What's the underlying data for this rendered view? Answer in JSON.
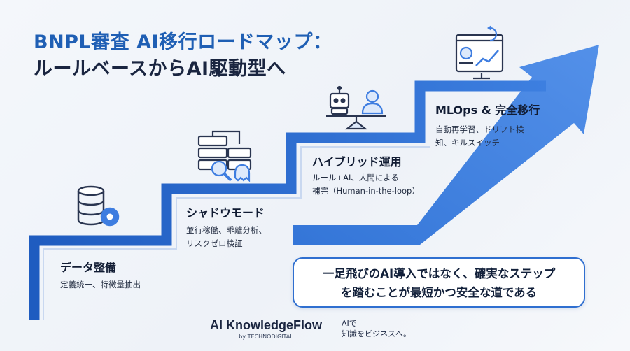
{
  "title": {
    "line1": "BNPL審査 AI移行ロードマップ：",
    "line2": "ルールベースからAI駆動型へ"
  },
  "steps": [
    {
      "title": "データ整備",
      "desc": [
        "定義統一、特徴量抽出"
      ],
      "icon": "database-gear-icon"
    },
    {
      "title": "シャドウモード",
      "desc": [
        "並行稼働、乖離分析、",
        "リスクゼロ検証"
      ],
      "icon": "servers-magnifier-ghost-icon"
    },
    {
      "title": "ハイブリッド運用",
      "desc": [
        "ルール+AI、人間による",
        "補完（Human-in-the-loop）"
      ],
      "icon": "robot-human-balance-icon"
    },
    {
      "title": "MLOps & 完全移行",
      "desc": [
        "自動再学習、ドリフト検",
        "知、キルスイッチ"
      ],
      "icon": "dashboard-sync-icon"
    }
  ],
  "callout": {
    "line1": "一足飛びのAI導入ではなく、確実なステップ",
    "line2": "を踏むことが最短かつ安全な道である"
  },
  "brand": {
    "name": "AI KnowledgeFlow",
    "by": "by TECHNODIGITAL"
  },
  "tagline": {
    "line1": "AIで",
    "line2": "知識をビジネスへ。"
  },
  "colors": {
    "accent": "#2f6fd0",
    "arrow": "#3c7ee0",
    "title_blue": "#1f5fb4"
  }
}
